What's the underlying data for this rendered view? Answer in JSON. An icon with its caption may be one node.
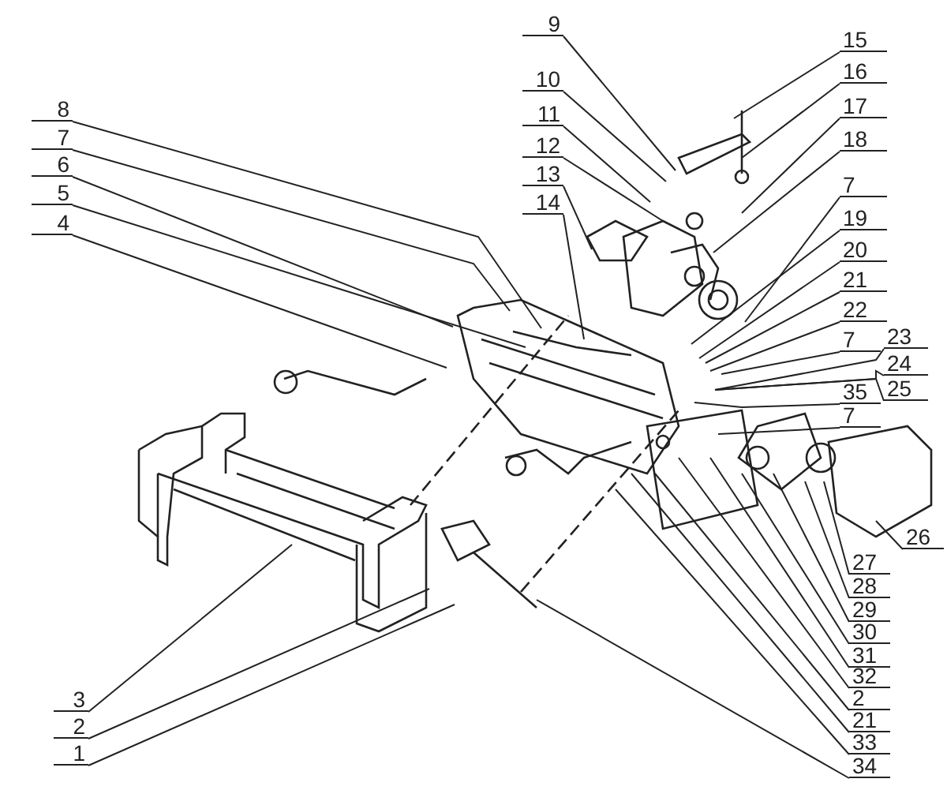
{
  "diagram": {
    "nodes": [
      {
        "text": [
          "8"
        ]
      },
      {
        "text": [
          "7"
        ]
      },
      {
        "text": [
          "6"
        ]
      },
      {
        "text": [
          "5"
        ]
      },
      {
        "text": [
          "4"
        ]
      },
      {
        "text": [
          "9"
        ]
      },
      {
        "text": [
          "10"
        ]
      },
      {
        "text": [
          "11"
        ]
      },
      {
        "text": [
          "12"
        ]
      },
      {
        "text": [
          "13"
        ]
      },
      {
        "text": [
          "14"
        ]
      },
      {
        "text": [
          "15"
        ]
      },
      {
        "text": [
          "16"
        ]
      },
      {
        "text": [
          "17"
        ]
      },
      {
        "text": [
          "18"
        ]
      },
      {
        "text": [
          "7"
        ]
      },
      {
        "text": [
          "19"
        ]
      },
      {
        "text": [
          "20"
        ]
      },
      {
        "text": [
          "21"
        ]
      },
      {
        "text": [
          "22"
        ]
      },
      {
        "text": [
          "7"
        ]
      },
      {
        "text": [
          "23"
        ]
      },
      {
        "text": [
          "24"
        ]
      },
      {
        "text": [
          "25"
        ]
      },
      {
        "text": [
          "35"
        ]
      },
      {
        "text": [
          "7"
        ]
      },
      {
        "text": [
          "26"
        ]
      },
      {
        "text": [
          "27"
        ]
      },
      {
        "text": [
          "28"
        ]
      },
      {
        "text": [
          "29"
        ]
      },
      {
        "text": [
          "30"
        ]
      },
      {
        "text": [
          "31"
        ]
      },
      {
        "text": [
          "32"
        ]
      },
      {
        "text": [
          "2"
        ]
      },
      {
        "text": [
          "21"
        ]
      },
      {
        "text": [
          "33"
        ]
      },
      {
        "text": [
          "34"
        ]
      },
      {
        "text": [
          "3"
        ]
      },
      {
        "text": [
          "2"
        ]
      },
      {
        "text": [
          "1"
        ]
      }
    ],
    "edges": [
      {
        "from": 0,
        "to": null,
        "arrow": "none"
      },
      {
        "from": 1,
        "to": null,
        "arrow": "none"
      },
      {
        "from": 2,
        "to": null,
        "arrow": "none"
      },
      {
        "from": 3,
        "to": null,
        "arrow": "none"
      },
      {
        "from": 4,
        "to": null,
        "arrow": "none"
      },
      {
        "from": 5,
        "to": null,
        "arrow": "none"
      },
      {
        "from": 6,
        "to": null,
        "arrow": "none"
      },
      {
        "from": 7,
        "to": null,
        "arrow": "none"
      },
      {
        "from": 8,
        "to": null,
        "arrow": "none"
      },
      {
        "from": 9,
        "to": null,
        "arrow": "none"
      },
      {
        "from": 10,
        "to": null,
        "arrow": "none"
      },
      {
        "from": 11,
        "to": null,
        "arrow": "none"
      },
      {
        "from": 12,
        "to": null,
        "arrow": "none"
      },
      {
        "from": 13,
        "to": null,
        "arrow": "none"
      },
      {
        "from": 14,
        "to": null,
        "arrow": "none"
      },
      {
        "from": 15,
        "to": null,
        "arrow": "none"
      },
      {
        "from": 16,
        "to": null,
        "arrow": "none"
      },
      {
        "from": 17,
        "to": null,
        "arrow": "none"
      },
      {
        "from": 18,
        "to": null,
        "arrow": "none"
      },
      {
        "from": 19,
        "to": null,
        "arrow": "none"
      },
      {
        "from": 20,
        "to": null,
        "arrow": "none"
      },
      {
        "from": 21,
        "to": null,
        "arrow": "none"
      },
      {
        "from": 22,
        "to": null,
        "arrow": "none"
      },
      {
        "from": 23,
        "to": null,
        "arrow": "none"
      },
      {
        "from": 24,
        "to": null,
        "arrow": "none"
      },
      {
        "from": 25,
        "to": null,
        "arrow": "none"
      },
      {
        "from": 26,
        "to": null,
        "arrow": "none"
      },
      {
        "from": 27,
        "to": null,
        "arrow": "none"
      },
      {
        "from": 28,
        "to": null,
        "arrow": "none"
      },
      {
        "from": 29,
        "to": null,
        "arrow": "none"
      },
      {
        "from": 30,
        "to": null,
        "arrow": "none"
      },
      {
        "from": 31,
        "to": null,
        "arrow": "none"
      },
      {
        "from": 32,
        "to": null,
        "arrow": "none"
      },
      {
        "from": 33,
        "to": null,
        "arrow": "none"
      },
      {
        "from": 34,
        "to": null,
        "arrow": "none"
      },
      {
        "from": 35,
        "to": null,
        "arrow": "none"
      },
      {
        "from": 36,
        "to": null,
        "arrow": "none"
      },
      {
        "from": 37,
        "to": null,
        "arrow": "none"
      },
      {
        "from": 38,
        "to": null,
        "arrow": "none"
      },
      {
        "from": 39,
        "to": null,
        "arrow": "none"
      }
    ]
  }
}
